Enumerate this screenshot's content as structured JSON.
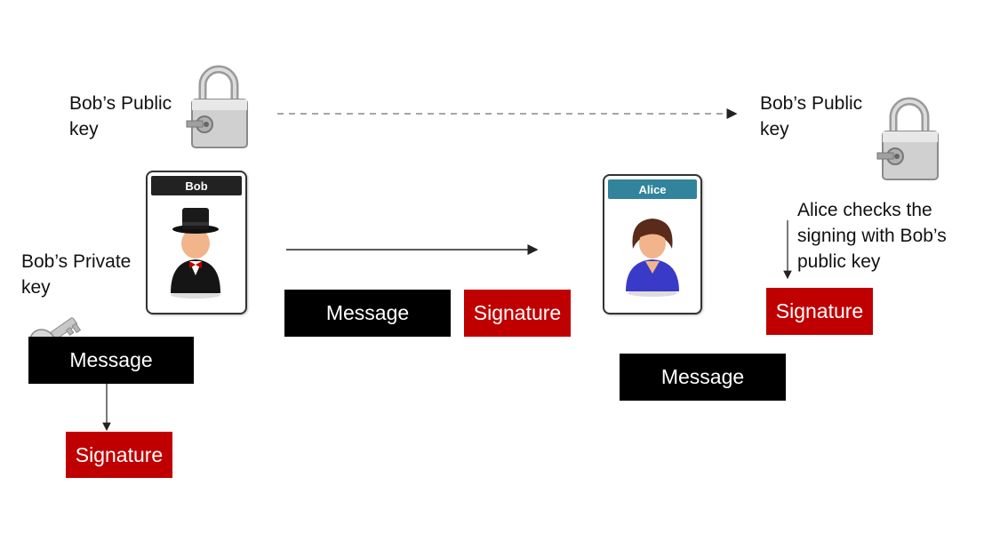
{
  "labels": {
    "bob_public_key_left": "Bob’s Public\nkey",
    "bob_public_key_right": "Bob’s Public\nkey",
    "bob_private_key": "Bob’s Private\nkey",
    "alice_checks": "Alice checks the\nsigning with Bob’s\npublic key"
  },
  "cards": {
    "bob": {
      "name": "Bob",
      "header_color": "#222222"
    },
    "alice": {
      "name": "Alice",
      "header_color": "#31849b"
    }
  },
  "boxes": {
    "bob_message": "Message",
    "bob_signature": "Signature",
    "transit_message": "Message",
    "transit_signature": "Signature",
    "alice_signature": "Signature",
    "alice_message": "Message"
  },
  "colors": {
    "message_box": "#000000",
    "signature_box": "#c00000"
  },
  "icons": {
    "padlock": "padlock-icon",
    "key": "key-icon",
    "bob_avatar": "top-hat-man-avatar",
    "alice_avatar": "woman-avatar"
  }
}
